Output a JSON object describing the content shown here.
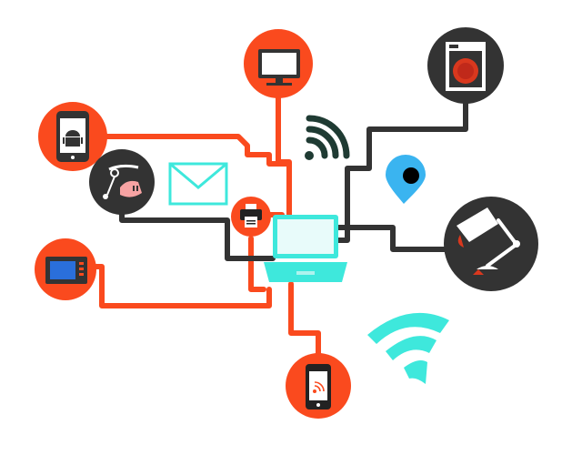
{
  "colors": {
    "orange": "#fa4a1e",
    "dark": "#333333",
    "teal": "#3ee8dc",
    "dark_green": "#1f3b33",
    "location_blue": "#3ab4f0",
    "background": "#ffffff"
  },
  "nodes": [
    {
      "name": "tv-node",
      "icon": "tv-icon",
      "fill": "orange"
    },
    {
      "name": "washing-machine-node",
      "icon": "washing-machine-icon",
      "fill": "dark"
    },
    {
      "name": "android-phone-node",
      "icon": "android-phone-icon",
      "fill": "orange"
    },
    {
      "name": "hair-dryer-node",
      "icon": "hair-dryer-icon",
      "fill": "dark"
    },
    {
      "name": "printer-node",
      "icon": "printer-icon",
      "fill": "orange"
    },
    {
      "name": "microwave-node",
      "icon": "microwave-icon",
      "fill": "orange"
    },
    {
      "name": "desk-lamp-node",
      "icon": "desk-lamp-icon",
      "fill": "dark"
    },
    {
      "name": "smartphone-node",
      "icon": "smartphone-rss-icon",
      "fill": "orange"
    }
  ],
  "center_device": {
    "icon": "laptop-icon",
    "fill": "teal"
  },
  "decorations": [
    "wifi-icon",
    "wifi-icon-large",
    "envelope-icon",
    "location-pin-icon"
  ]
}
